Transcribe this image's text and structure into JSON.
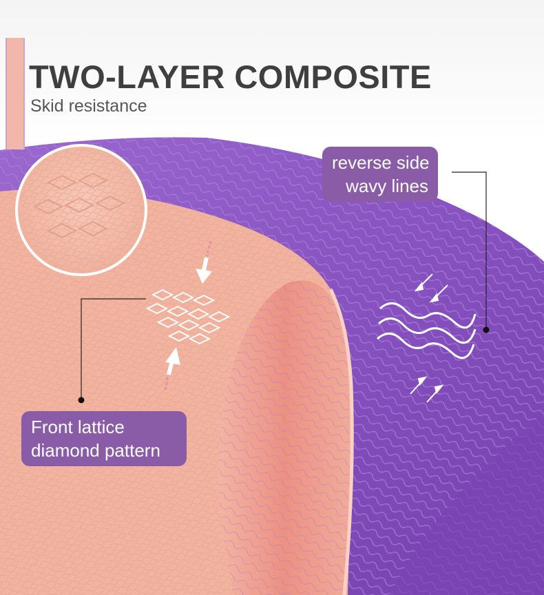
{
  "header": {
    "title": "TWO-LAYER COMPOSITE",
    "subtitle": "Skid resistance"
  },
  "callouts": {
    "reverse_side": [
      "reverse side",
      "wavy lines"
    ],
    "front_pattern": [
      "Front lattice",
      "diamond pattern"
    ]
  },
  "colors": {
    "purple_layer": "#8d57c2",
    "pink_layer": "#f3b3a0",
    "callout_background": "#8a5ca8",
    "accent_bar": "#f2b7aa"
  },
  "icons": [
    "down-arrow-icon",
    "up-arrow-icon",
    "diamond-pattern-icon",
    "wave-lines-icon",
    "inward-arrows-icon"
  ]
}
